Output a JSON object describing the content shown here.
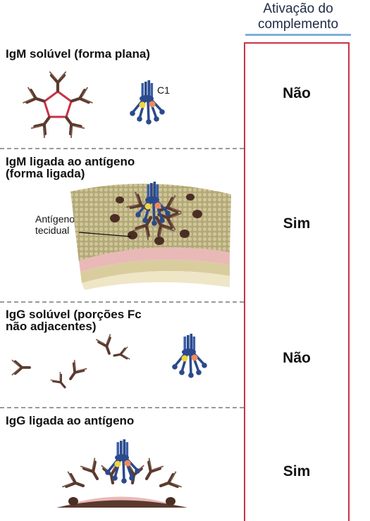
{
  "header": {
    "title_line1": "Ativação do",
    "title_line2": "complemento"
  },
  "sections": [
    {
      "title_line1": "IgM solúvel (forma plana)",
      "title_line2": "",
      "result": "Não"
    },
    {
      "title_line1": "IgM ligada ao antígeno",
      "title_line2": "(forma ligada)",
      "result": "Sim"
    },
    {
      "title_line1": "IgG solúvel (porções Fc",
      "title_line2": "não adjacentes)",
      "result": "Não"
    },
    {
      "title_line1": "IgG ligada ao antígeno",
      "title_line2": "",
      "result": "Sim"
    }
  ],
  "labels": {
    "c1": "C1",
    "antigen_line1": "Antígeno",
    "antigen_line2": "tecidual"
  },
  "colors": {
    "antibody": "#5b3a2e",
    "c1_blue": "#2b4a8c",
    "c1_yellow": "#f2d53c",
    "c1_orange": "#f08a5d",
    "pentamer_ring": "#c8324a",
    "membrane": "#b9ad7e",
    "membrane_inner": "#e9b9b8",
    "result_border": "#c8324a"
  }
}
